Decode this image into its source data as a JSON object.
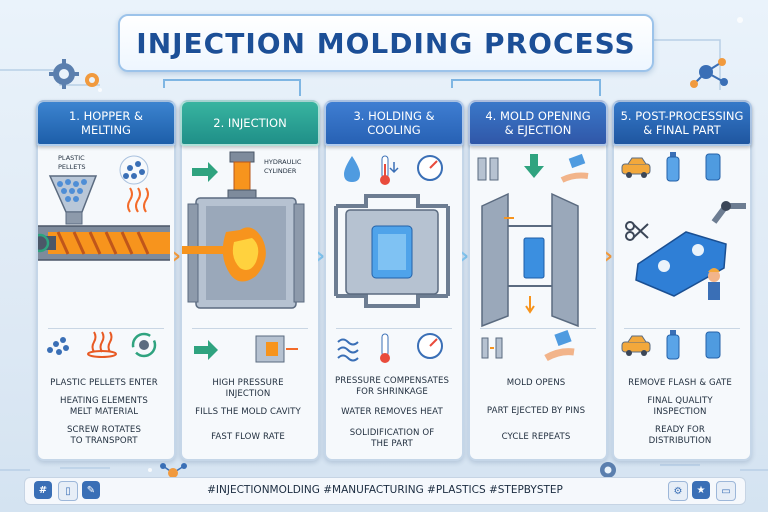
{
  "title": "INJECTION MOLDING PROCESS",
  "steps": [
    {
      "header_line1": "1. HOPPER &",
      "header_line2": "MELTING",
      "labels": [
        "PLASTIC",
        "PELLETS"
      ],
      "captions": [
        "PLASTIC PELLETS ENTER",
        "HEATING ELEMENTS",
        "MELT MATERIAL",
        "SCREW ROTATES",
        "TO TRANSPORT"
      ]
    },
    {
      "header_line1": "2. INJECTION",
      "header_line2": "",
      "labels": [
        "HYDRAULIC",
        "CYLINDER"
      ],
      "captions": [
        "HIGH PRESSURE",
        "INJECTION",
        "FILLS THE MOLD CAVITY",
        "FAST FLOW RATE"
      ]
    },
    {
      "header_line1": "3. HOLDING &",
      "header_line2": "COOLING",
      "captions": [
        "PRESSURE COMPENSATES",
        "FOR SHRINKAGE",
        "WATER REMOVES HEAT",
        "SOLIDIFICATION OF",
        "THE PART"
      ]
    },
    {
      "header_line1": "4. MOLD OPENING",
      "header_line2": "& EJECTION",
      "captions": [
        "MOLD OPENS",
        "PART EJECTED BY PINS",
        "CYCLE REPEATS"
      ]
    },
    {
      "header_line1": "5. POST-PROCESSING",
      "header_line2": "& FINAL PART",
      "captions": [
        "REMOVE FLASH & GATE",
        "FINAL QUALITY",
        "INSPECTION",
        "READY FOR",
        "DISTRIBUTION"
      ]
    }
  ],
  "footer": {
    "hashtags": "#INJECTIONMOLDING  #MANUFACTURING  #PLASTICS  #STEPBYSTEP",
    "left_icons": [
      "hashtag-icon",
      "phone-icon",
      "pencil-icon"
    ],
    "right_icons": [
      "gear-badge-icon",
      "star-badge-icon",
      "laptop-icon"
    ]
  },
  "colors": {
    "title": "#1c4f97",
    "header_blue": "#1d5ea9",
    "header_teal": "#1f8f88",
    "melt_orange": "#f7941d",
    "steel": "#8d9aab",
    "arrow_green": "#2fa37f"
  }
}
